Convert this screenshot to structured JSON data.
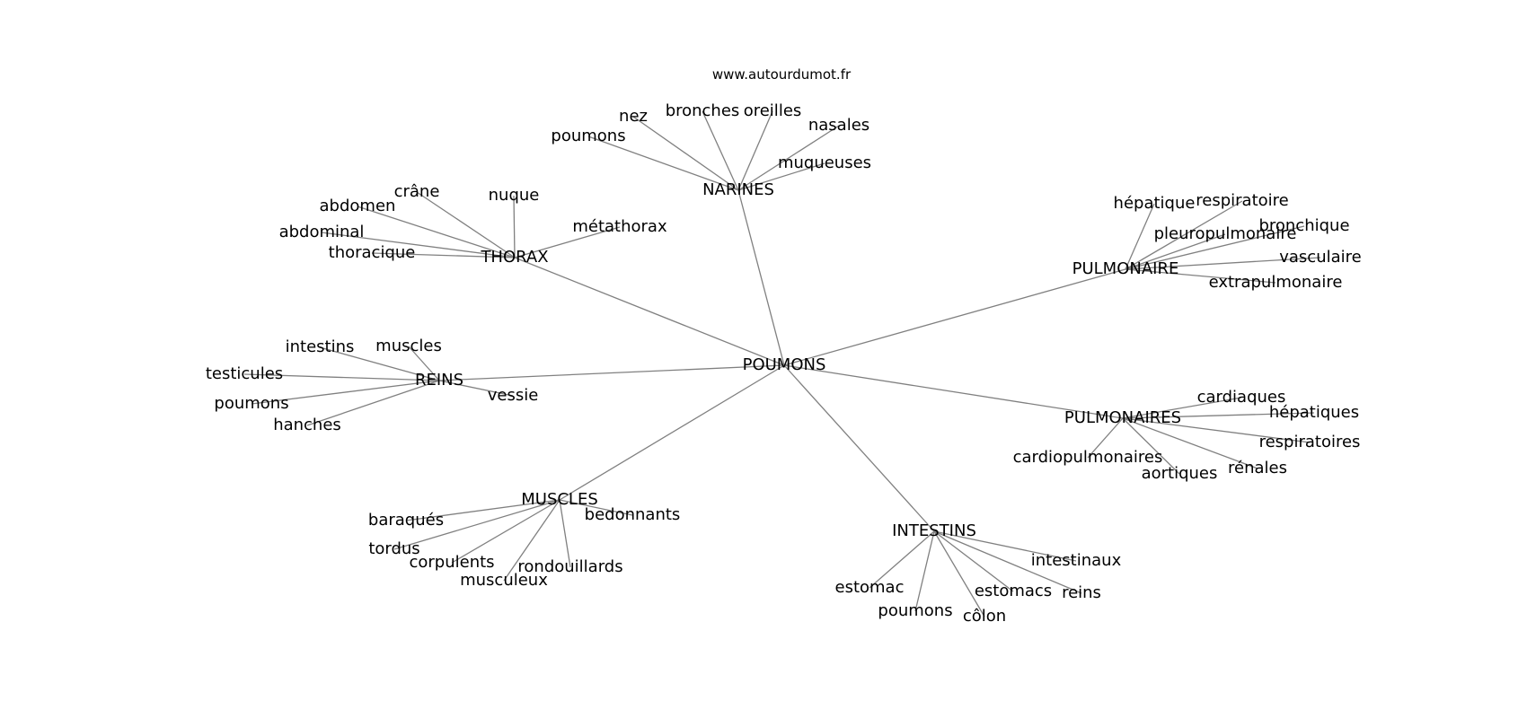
{
  "source": "www.autourdumot.fr",
  "center": "POUMONS",
  "clusters": [
    {
      "hub": "NARINES",
      "leaves": [
        "poumons",
        "nez",
        "bronches",
        "oreilles",
        "nasales",
        "muqueuses"
      ]
    },
    {
      "hub": "THORAX",
      "leaves": [
        "crâne",
        "abdomen",
        "abdominal",
        "thoracique",
        "nuque",
        "métathorax"
      ]
    },
    {
      "hub": "PULMONAIRE",
      "leaves": [
        "hépatique",
        "respiratoire",
        "pleuropulmonaire",
        "bronchique",
        "vasculaire",
        "extrapulmonaire"
      ]
    },
    {
      "hub": "REINS",
      "leaves": [
        "intestins",
        "muscles",
        "testicules",
        "poumons",
        "hanches",
        "vessie"
      ]
    },
    {
      "hub": "PULMONAIRES",
      "leaves": [
        "cardiaques",
        "hépatiques",
        "respiratoires",
        "rénales",
        "aortiques",
        "cardiopulmonaires"
      ]
    },
    {
      "hub": "MUSCLES",
      "leaves": [
        "baraqués",
        "tordus",
        "corpulents",
        "musculeux",
        "rondouillards",
        "bedonnants"
      ]
    },
    {
      "hub": "INTESTINS",
      "leaves": [
        "intestinaux",
        "reins",
        "estomacs",
        "côlon",
        "poumons",
        "estomac"
      ]
    }
  ]
}
